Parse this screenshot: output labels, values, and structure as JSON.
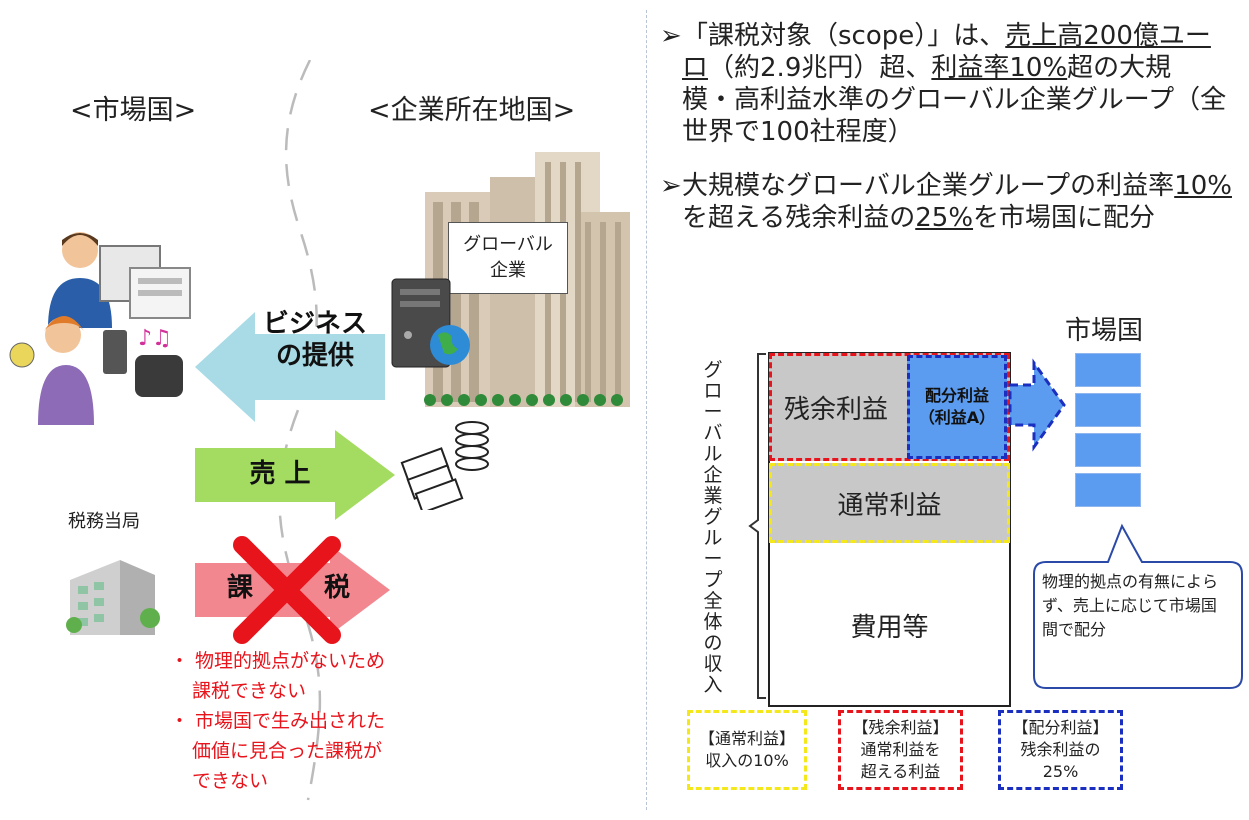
{
  "left": {
    "market_country": "<市場国>",
    "company_country": "<企業所在地国>",
    "global_company_label": [
      "グローバル",
      "企業"
    ],
    "arrow_business": [
      "ビジネス",
      "の提供"
    ],
    "arrow_sales": "売 上",
    "tax_authority": "税務当局",
    "arrow_tax_left": "課",
    "arrow_tax_right": "税",
    "problems": [
      [
        "・ 物理的拠点がないため",
        "課税できない"
      ],
      [
        "・ 市場国で生み出された",
        "価値に見合った課税が",
        "できない"
      ]
    ]
  },
  "right": {
    "bullets": [
      {
        "lines": [
          [
            {
              "t": "「課税対象（scope）」は、"
            },
            {
              "t": "売上高200億ユー",
              "u": true
            }
          ],
          [
            {
              "t": "ロ",
              "u": true
            },
            {
              "t": "（約2.9兆円）超、"
            },
            {
              "t": "利益率10%",
              "u": true
            },
            {
              "t": "超の大規"
            }
          ],
          [
            {
              "t": "模・高利益水準のグローバル企業グループ（全"
            }
          ],
          [
            {
              "t": "世界で100社程度）"
            }
          ]
        ]
      },
      {
        "lines": [
          [
            {
              "t": "大規模なグローバル企業グループの利益率"
            },
            {
              "t": "10%",
              "u": true
            }
          ],
          [
            {
              "t": "を超える残余利益の"
            },
            {
              "t": "25%",
              "u": true
            },
            {
              "t": "を市場国に配分"
            }
          ]
        ]
      }
    ],
    "bullet_marker": "➢",
    "vertical_label": "グローバル企業グループ全体の収入",
    "market_title": "市場国",
    "residual_profit": "残余利益",
    "allocated_profit": [
      "配分利益",
      "（利益A）"
    ],
    "normal_profit": "通常利益",
    "costs": "費用等",
    "callout": [
      "物理的拠点の有無によら",
      "ず、売上に応じて市場国",
      "間で配分"
    ],
    "legend": [
      {
        "lines": [
          "【通常利益】",
          "収入の10%"
        ],
        "color": "#f5e81a"
      },
      {
        "lines": [
          "【残余利益】",
          "通常利益を",
          "超える利益"
        ],
        "color": "#e8141c"
      },
      {
        "lines": [
          "【配分利益】",
          "残余利益の",
          "25%"
        ],
        "color": "#1a2fbf"
      }
    ]
  },
  "colors": {
    "arrow_blue": "#a8dbe6",
    "arrow_green": "#a4dc62",
    "arrow_pink": "#f2878f",
    "cross_red": "#e8141c",
    "bar_gray": "#c8c8c8",
    "allocated_blue": "#5b9cf0",
    "market_blocks": "#5b9cf0"
  }
}
